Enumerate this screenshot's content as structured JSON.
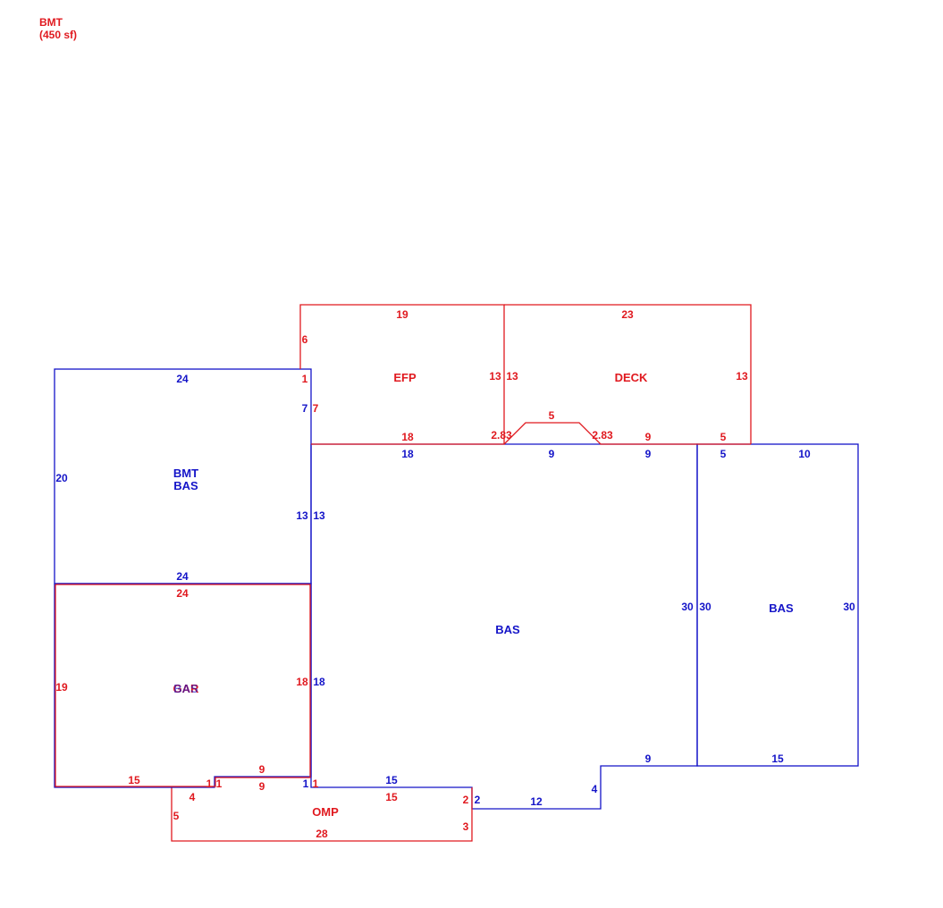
{
  "colors": {
    "red": "#e0191f",
    "blue": "#1414c8",
    "overlap": "#b0205a"
  },
  "legend": {
    "line1": "BMT",
    "line2": "(450 sf)"
  },
  "areas": {
    "bmt": "BMT",
    "bas_left": "BAS",
    "gar_a": "GAR",
    "gar_b": "BAS",
    "efp": "EFP",
    "deck": "DECK",
    "bas_center": "BAS",
    "bas_right": "BAS",
    "omp": "OMP"
  },
  "dims": {
    "d01": "19",
    "d02": "23",
    "d03": "6",
    "d04": "1",
    "d05": "7",
    "d06": "7",
    "d07": "13",
    "d08": "13",
    "d09": "13",
    "d10": "5",
    "d11": "2.83",
    "d12": "2.83",
    "d13": "18",
    "d14": "9",
    "d15": "5",
    "d16": "18",
    "d17": "9",
    "d18": "9",
    "d19": "5",
    "d20": "10",
    "d21": "24",
    "d22": "20",
    "d23": "13",
    "d24": "13",
    "d25": "24",
    "d26": "24",
    "d27": "30",
    "d28": "30",
    "d29": "30",
    "d30": "19",
    "d31": "18",
    "d32": "18",
    "d33": "9",
    "d34": "15",
    "d35": "15",
    "d36": "9",
    "d37": "1",
    "d38": "1",
    "d39": "1",
    "d40": "1",
    "d41": "15",
    "d42": "15",
    "d43": "4",
    "d44": "4",
    "d45": "5",
    "d46": "9",
    "d47": "2",
    "d48": "2",
    "d49": "12",
    "d50": "3",
    "d51": "28"
  }
}
